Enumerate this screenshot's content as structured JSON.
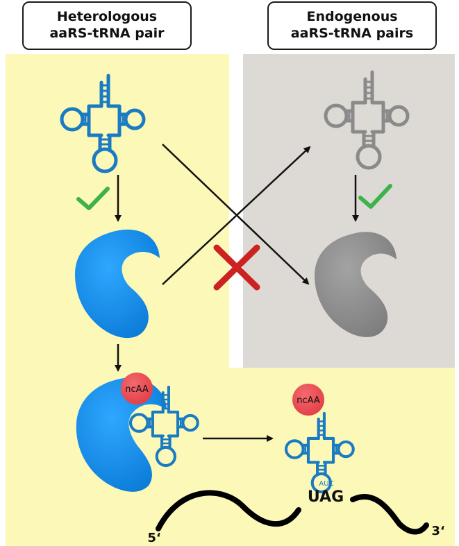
{
  "headers": {
    "left": {
      "line1": "Heterologous",
      "line2": "aaRS-tRNA pair"
    },
    "right": {
      "line1": "Endogenous",
      "line2": "aaRS-tRNA pairs"
    }
  },
  "labels": {
    "ncaa_bound": "ncAA",
    "ncaa_charged": "ncAA",
    "anticodon": "AUC",
    "codon": "UAG",
    "five_prime": "5‘",
    "three_prime": "3‘"
  },
  "colors": {
    "heterologous_bg": "#fbf8b8",
    "endogenous_bg": "#ddd9d5",
    "trna_blue": "#1a7bc2",
    "aars_blue": "#1d8ee3",
    "endogenous_gray": "#8a8a8a",
    "check_green": "#3cb34a",
    "cross_red": "#cc2222",
    "ncaa_red": "#ec4f55",
    "arrow_black": "#111111"
  },
  "icons": {
    "check": "green-check-icon",
    "cross": "red-cross-icon"
  }
}
